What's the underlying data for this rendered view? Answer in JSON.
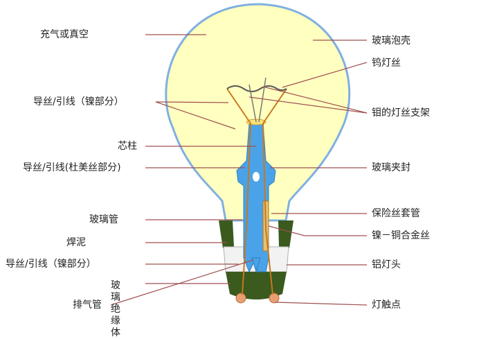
{
  "labels": {
    "fill_gas": "充气或真空",
    "glass_bulb": "玻璃泡壳",
    "tungsten_filament": "钨灯丝",
    "lead_wire_nickel_top": "导丝/引线（镍部分）",
    "molybdenum_support": "钼的灯丝支架",
    "stem": "芯柱",
    "lead_wire_dumet": "导丝/引线(杜美丝部分)",
    "glass_seal": "玻璃夹封",
    "glass_tube": "玻璃管",
    "fuse_sleeve": "保险丝套管",
    "solder_mud": "焊泥",
    "nickel_copper_wire": "镍－铜合金丝",
    "lead_wire_nickel_bottom": "导丝/引线（镍部分）",
    "aluminum_cap": "铝灯头",
    "glass_insulator": "玻璃绝缘体",
    "exhaust_tube": "排气管",
    "contact_point": "灯触点"
  },
  "colors": {
    "bulb_fill": "#ffffc0",
    "bulb_outline": "#7fb0e0",
    "stem_blue": "#4aa3e8",
    "cap_fill": "#f2f2f2",
    "cap_dark": "#3a5a1e",
    "leader_line": "#a05050",
    "filament": "#c8781e"
  }
}
